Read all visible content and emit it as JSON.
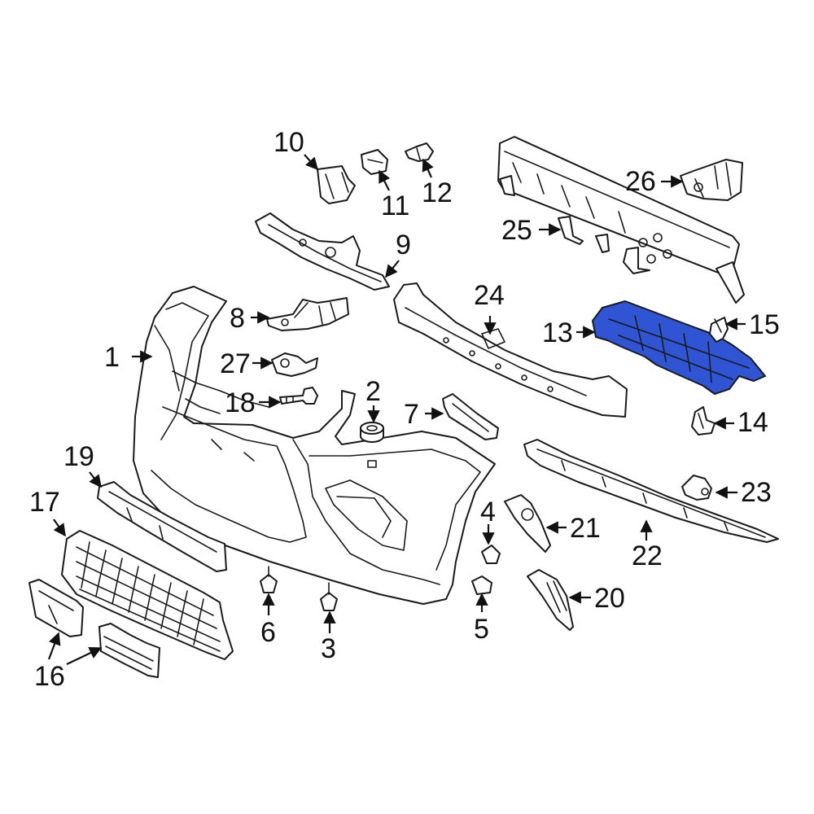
{
  "colors": {
    "highlight": "#2f55d4",
    "line": "#1a1a1a",
    "background": "#ffffff"
  },
  "highlighted_part": "13",
  "callouts": [
    {
      "id": "c1",
      "label": "1"
    },
    {
      "id": "c2",
      "label": "2"
    },
    {
      "id": "c3",
      "label": "3"
    },
    {
      "id": "c4",
      "label": "4"
    },
    {
      "id": "c5",
      "label": "5"
    },
    {
      "id": "c6",
      "label": "6"
    },
    {
      "id": "c7",
      "label": "7"
    },
    {
      "id": "c8",
      "label": "8"
    },
    {
      "id": "c9",
      "label": "9"
    },
    {
      "id": "c10",
      "label": "10"
    },
    {
      "id": "c11",
      "label": "11"
    },
    {
      "id": "c12",
      "label": "12"
    },
    {
      "id": "c13",
      "label": "13"
    },
    {
      "id": "c14",
      "label": "14"
    },
    {
      "id": "c15",
      "label": "15"
    },
    {
      "id": "c16",
      "label": "16"
    },
    {
      "id": "c17",
      "label": "17"
    },
    {
      "id": "c18",
      "label": "18"
    },
    {
      "id": "c19",
      "label": "19"
    },
    {
      "id": "c20",
      "label": "20"
    },
    {
      "id": "c21",
      "label": "21"
    },
    {
      "id": "c22",
      "label": "22"
    },
    {
      "id": "c23",
      "label": "23"
    },
    {
      "id": "c24",
      "label": "24"
    },
    {
      "id": "c25",
      "label": "25"
    },
    {
      "id": "c26",
      "label": "26"
    },
    {
      "id": "c27",
      "label": "27"
    }
  ]
}
